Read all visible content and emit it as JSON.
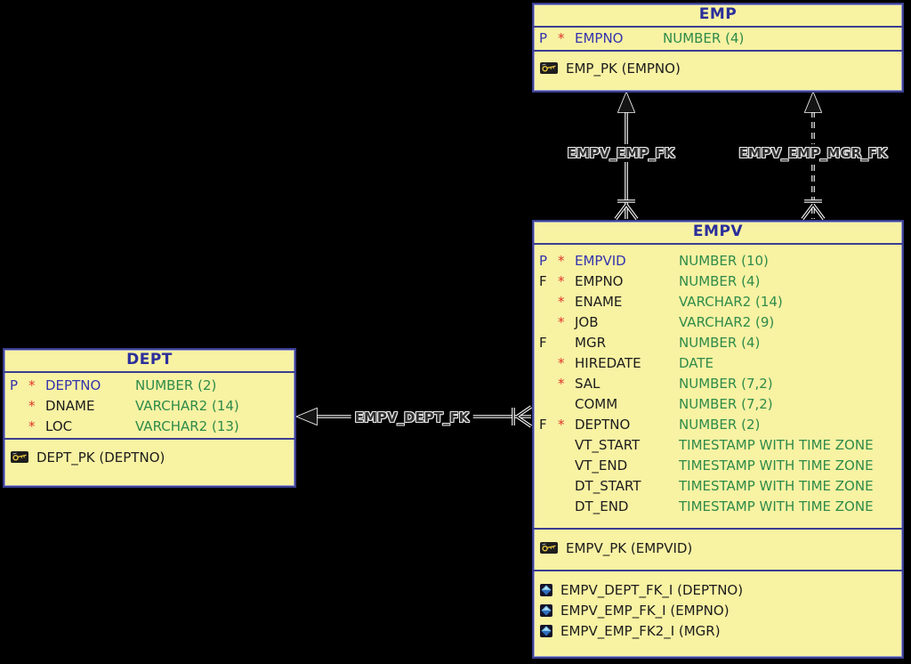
{
  "diagram": {
    "background_color": "#000000",
    "table_fill_color": "#F8F2A3",
    "table_border_color": "#3B3E90",
    "header_text_color": "#2B2F9B",
    "pk_text_color": "#3434AE",
    "type_text_color": "#2E8B49",
    "required_marker_color": "#E0362B",
    "index_icon_color": "#5FA8DC",
    "key_icon_color": "#E8C840"
  },
  "tables": [
    {
      "name": "EMP",
      "columns": [
        {
          "flag": "P",
          "required": "*",
          "name": "EMPNO",
          "type": "NUMBER (4)"
        }
      ],
      "keys": [
        {
          "icon": "key-icon",
          "label": "EMP_PK (EMPNO)"
        }
      ],
      "indexes": []
    },
    {
      "name": "EMPV",
      "columns": [
        {
          "flag": "P",
          "required": "*",
          "name": "EMPVID",
          "type": "NUMBER (10)"
        },
        {
          "flag": "F",
          "required": "*",
          "name": "EMPNO",
          "type": "NUMBER (4)"
        },
        {
          "flag": "",
          "required": "*",
          "name": "ENAME",
          "type": "VARCHAR2 (14)"
        },
        {
          "flag": "",
          "required": "*",
          "name": "JOB",
          "type": "VARCHAR2 (9)"
        },
        {
          "flag": "F",
          "required": "",
          "name": "MGR",
          "type": "NUMBER (4)"
        },
        {
          "flag": "",
          "required": "*",
          "name": "HIREDATE",
          "type": "DATE"
        },
        {
          "flag": "",
          "required": "*",
          "name": "SAL",
          "type": "NUMBER (7,2)"
        },
        {
          "flag": "",
          "required": "",
          "name": "COMM",
          "type": "NUMBER (7,2)"
        },
        {
          "flag": "F",
          "required": "*",
          "name": "DEPTNO",
          "type": "NUMBER (2)"
        },
        {
          "flag": "",
          "required": "",
          "name": "VT_START",
          "type": "TIMESTAMP WITH TIME ZONE"
        },
        {
          "flag": "",
          "required": "",
          "name": "VT_END",
          "type": "TIMESTAMP WITH TIME ZONE"
        },
        {
          "flag": "",
          "required": "",
          "name": "DT_START",
          "type": "TIMESTAMP WITH TIME ZONE"
        },
        {
          "flag": "",
          "required": "",
          "name": "DT_END",
          "type": "TIMESTAMP WITH TIME ZONE"
        }
      ],
      "keys": [
        {
          "icon": "key-icon",
          "label": "EMPV_PK (EMPVID)"
        }
      ],
      "indexes": [
        {
          "icon": "index-icon",
          "label": "EMPV_DEPT_FK_I (DEPTNO)"
        },
        {
          "icon": "index-icon",
          "label": "EMPV_EMP_FK_I (EMPNO)"
        },
        {
          "icon": "index-icon",
          "label": "EMPV_EMP_FK2_I (MGR)"
        }
      ]
    },
    {
      "name": "DEPT",
      "columns": [
        {
          "flag": "P",
          "required": "*",
          "name": "DEPTNO",
          "type": "NUMBER (2)"
        },
        {
          "flag": "",
          "required": "*",
          "name": "DNAME",
          "type": "VARCHAR2 (14)"
        },
        {
          "flag": "",
          "required": "*",
          "name": "LOC",
          "type": "VARCHAR2 (13)"
        }
      ],
      "keys": [
        {
          "icon": "key-icon",
          "label": "DEPT_PK (DEPTNO)"
        }
      ],
      "indexes": []
    }
  ],
  "relationships": [
    {
      "name": "EMPV_EMP_FK",
      "style": "solid",
      "from": "EMPV",
      "to": "EMP"
    },
    {
      "name": "EMPV_EMP_MGR_FK",
      "style": "dashed",
      "from": "EMPV",
      "to": "EMP"
    },
    {
      "name": "EMPV_DEPT_FK",
      "style": "solid",
      "from": "EMPV",
      "to": "DEPT"
    }
  ]
}
